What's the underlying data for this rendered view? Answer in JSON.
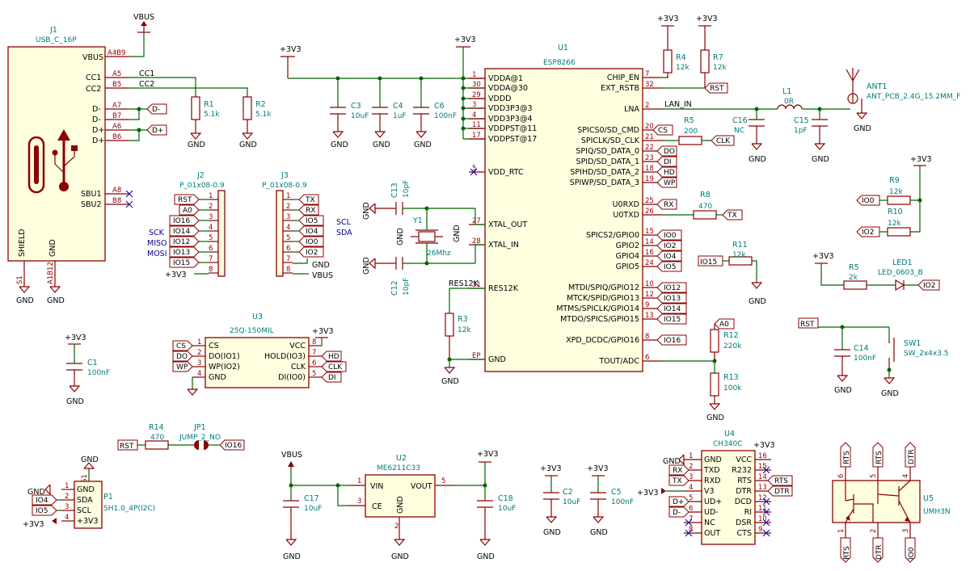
{
  "usb": {
    "ref": "J1",
    "value": "USB_C_16P",
    "pins": [
      "VBUS",
      "CC1",
      "CC2",
      "D-",
      "D-",
      "D+",
      "D+",
      "SBU1",
      "SBU2"
    ],
    "pin_nums": [
      "A4B9",
      "A5",
      "B5",
      "A7",
      "B7",
      "A6",
      "B6",
      "A8",
      "B8",
      "A1B12",
      "S1"
    ],
    "bottom_labels": [
      "SHIELD",
      "GND"
    ],
    "nets": [
      "CC1",
      "CC2"
    ]
  },
  "esp": {
    "ref": "U1",
    "value": "ESP8266",
    "left_pins": [
      "VDDA@1",
      "VDDA@30",
      "VDDD",
      "VDD3P3@3",
      "VDD3P3@4",
      "VDDPST@11",
      "VDDPST@17",
      "VDD_RTC",
      "XTAL_OUT",
      "XTAL_IN",
      "RES12K",
      "GND"
    ],
    "left_nums": [
      "1",
      "30",
      "29",
      "3",
      "4",
      "11",
      "17",
      "5",
      "27",
      "28",
      "31",
      "EP"
    ],
    "right_pins": [
      "CHIP_EN",
      "EXT_RSTB",
      "LNA",
      "SPICS0/SD_CMD",
      "SPICLK/SD_CLK",
      "SPIQ/SD_DATA_0",
      "SPID/SD_DATA_1",
      "SPIHD/SD_DATA_2",
      "SPIWP/SD_DATA_3",
      "U0RXD",
      "U0TXD",
      "SPICS2/GPIO0",
      "GPIO2",
      "GPIO4",
      "GPIO5",
      "MTDI/SPIQ/GPIO12",
      "MTCK/SPID/GPIO13",
      "MTMS/SPICLK/GPIO14",
      "MTDO/SPICS/GPIO15",
      "XPD_DCDC/GPIO16",
      "TOUT/ADC"
    ],
    "right_nums": [
      "7",
      "32",
      "2",
      "20",
      "21",
      "22",
      "23",
      "18",
      "19",
      "25",
      "26",
      "15",
      "14",
      "16",
      "24",
      "10",
      "12",
      "9",
      "13",
      "8",
      "6"
    ]
  },
  "hier_labels": [
    "CS",
    "CLK",
    "DO",
    "DI",
    "HD",
    "WP",
    "RX",
    "TX",
    "IO0",
    "IO2",
    "IO4",
    "IO5",
    "IO12",
    "IO13",
    "IO14",
    "IO15",
    "IO16",
    "RST",
    "A0",
    "D-",
    "D+",
    "RTS",
    "DTR",
    "CS",
    "DO",
    "WP",
    "HD",
    "CLK",
    "DI",
    "RST",
    "A0",
    "IO16",
    "IO15",
    "IO14",
    "IO13",
    "IO12",
    "RST",
    "TX",
    "RX",
    "IO5",
    "IO4",
    "IO0",
    "IO2",
    "IO0",
    "IO2",
    "IO2",
    "RST",
    "RST",
    "IO16",
    "IO4",
    "IO5",
    "RX",
    "TX",
    "D+",
    "D-",
    "RTS",
    "DTR",
    "RTS",
    "RTS",
    "DTR",
    "RTS",
    "DTR",
    "IO0",
    "A0"
  ],
  "passives": [
    {
      "ref": "R1",
      "value": "5.1k"
    },
    {
      "ref": "R2",
      "value": "5.1k"
    },
    {
      "ref": "C3",
      "value": "10uF"
    },
    {
      "ref": "C4",
      "value": "1uF"
    },
    {
      "ref": "C6",
      "value": "100nF"
    },
    {
      "ref": "R4",
      "value": "12k"
    },
    {
      "ref": "R7",
      "value": "12k"
    },
    {
      "ref": "R5",
      "value": "200"
    },
    {
      "ref": "R8",
      "value": "470"
    },
    {
      "ref": "C16",
      "value": "NC"
    },
    {
      "ref": "L1",
      "value": "0R"
    },
    {
      "ref": "C15",
      "value": "1pF"
    },
    {
      "ref": "ANT1",
      "value": "ANT_PCB_2.4G_15.2MM_F"
    },
    {
      "ref": "R9",
      "value": "12k"
    },
    {
      "ref": "R10",
      "value": "12k"
    },
    {
      "ref": "C13",
      "value": "10pF"
    },
    {
      "ref": "C12",
      "value": "10pF"
    },
    {
      "ref": "Y1",
      "value": "26Mhz"
    },
    {
      "ref": "R3",
      "value": "12k"
    },
    {
      "ref": "R11",
      "value": "12k"
    },
    {
      "ref": "R5",
      "value": "2k"
    },
    {
      "ref": "LED1",
      "value": "LED_0603_B"
    },
    {
      "ref": "R12",
      "value": "220k"
    },
    {
      "ref": "R13",
      "value": "100k"
    },
    {
      "ref": "C14",
      "value": "100nF"
    },
    {
      "ref": "SW1",
      "value": "SW_2x4x3.5"
    },
    {
      "ref": "C1",
      "value": "100nF"
    },
    {
      "ref": "R14",
      "value": "470"
    },
    {
      "ref": "JP1",
      "value": "JUMP_2_NO"
    },
    {
      "ref": "C17",
      "value": "10uF"
    },
    {
      "ref": "C18",
      "value": "10uF"
    },
    {
      "ref": "C2",
      "value": "10uF"
    },
    {
      "ref": "C5",
      "value": "100nF"
    }
  ],
  "j2": {
    "ref": "J2",
    "value": "P_01x08-0.9",
    "pins": [
      "1",
      "2",
      "3",
      "4",
      "5",
      "6",
      "7",
      "8"
    ],
    "labels": [
      "RST",
      "A0",
      "IO16",
      "IO14",
      "IO12",
      "IO13",
      "IO15"
    ],
    "power": "+3V3"
  },
  "j3": {
    "ref": "J3",
    "value": "P_01x08-0.9",
    "pins": [
      "1",
      "2",
      "3",
      "4",
      "5",
      "6",
      "7",
      "8"
    ],
    "labels": [
      "TX",
      "RX",
      "IO5",
      "IO4",
      "IO0",
      "IO2"
    ],
    "power": [
      "GND",
      "VBUS"
    ]
  },
  "bus_notes": {
    "left": [
      "SCK",
      "MISO",
      "MOSI"
    ],
    "right": [
      "SCL",
      "SDA"
    ]
  },
  "flash": {
    "ref": "U3",
    "value": "25Q-150MIL",
    "left": [
      "CS",
      "DO(IO1)",
      "WP(IO2)",
      "GND"
    ],
    "right": [
      "VCC",
      "HOLD(IO3)",
      "CLK",
      "DI(IO0)"
    ],
    "nums": [
      "1",
      "2",
      "3",
      "4",
      "8",
      "7",
      "6",
      "5"
    ]
  },
  "reg": {
    "ref": "U2",
    "value": "ME6211C33",
    "pins": [
      "VIN",
      "VOUT",
      "CE",
      "GND"
    ],
    "nums": [
      "1",
      "5",
      "3",
      "2"
    ]
  },
  "ch340": {
    "ref": "U4",
    "value": "CH340C",
    "left": [
      "GND",
      "TXD",
      "RXD",
      "V3",
      "UD+",
      "UD-",
      "NC",
      "OUT"
    ],
    "right": [
      "VCC",
      "R232",
      "RTS",
      "DTR",
      "DCD",
      "RI",
      "DSR",
      "CTS"
    ],
    "left_nums": [
      "1",
      "2",
      "3",
      "4",
      "5",
      "6",
      "7",
      "8"
    ],
    "right_nums": [
      "16",
      "15",
      "14",
      "13",
      "12",
      "11",
      "10",
      "9"
    ]
  },
  "umh": {
    "ref": "U5",
    "value": "UMH3N",
    "nums": [
      "6",
      "5",
      "4",
      "1",
      "2",
      "3"
    ]
  },
  "p1": {
    "ref": "P1",
    "value": "SH1.0_4P(I2C)",
    "pins": [
      "GND",
      "SDA",
      "SCL",
      "+3V3"
    ],
    "nums": [
      "1",
      "2",
      "3",
      "4",
      "S1"
    ]
  },
  "power": {
    "v33": "+3V3",
    "vbus": "VBUS",
    "gnd": "GND",
    "lan_in": "LAN_IN"
  },
  "colors": {
    "wire": "#006400",
    "part": "#8b0000",
    "fill": "#ffffe0",
    "ref": "#007a7a",
    "note": "#00008b"
  }
}
